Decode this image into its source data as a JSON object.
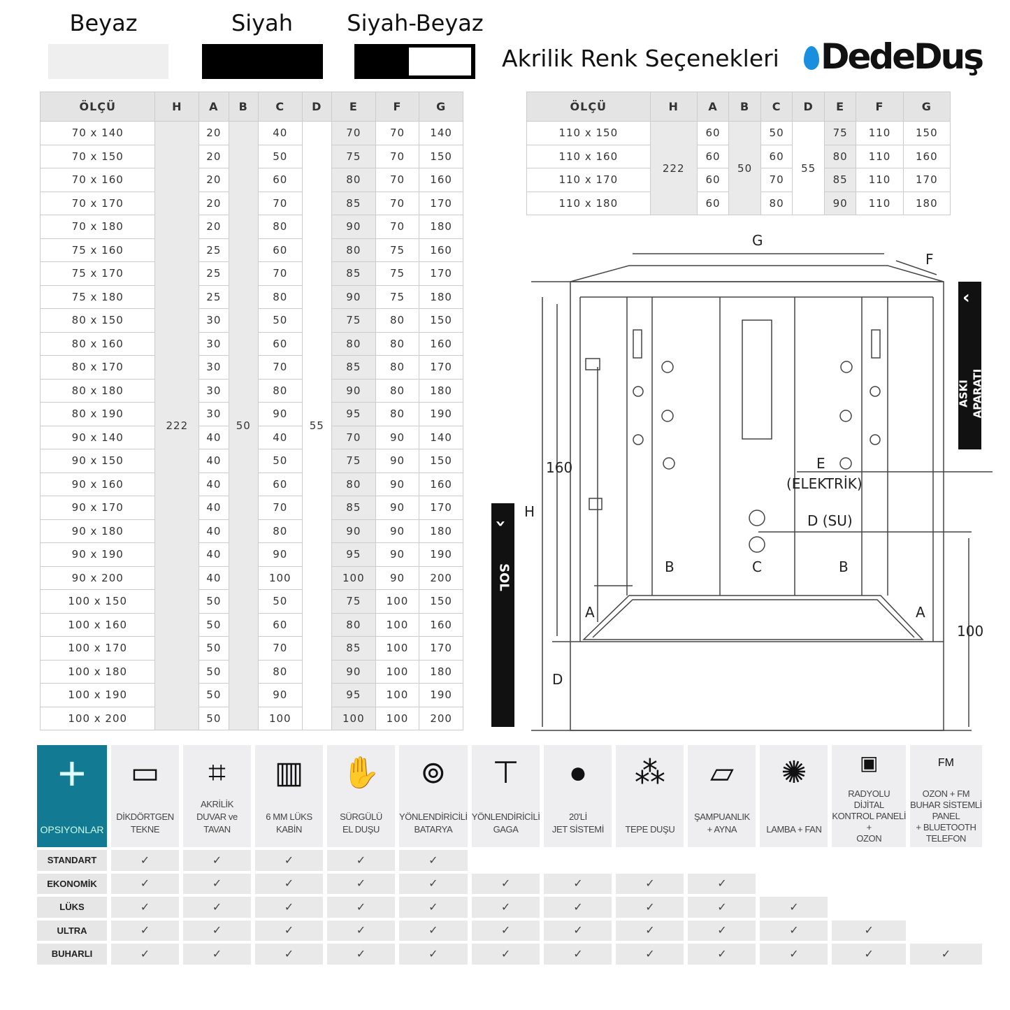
{
  "colors": {
    "title": "Akrilik Renk Seçenekleri",
    "options": [
      {
        "name": "Beyaz",
        "fill": "#efefef"
      },
      {
        "name": "Siyah",
        "fill": "#000000"
      },
      {
        "name": "Siyah-Beyaz",
        "fill": "split"
      }
    ]
  },
  "brand": {
    "name": "DedeDuş"
  },
  "left_table": {
    "headers": [
      "ÖLÇÜ",
      "H",
      "A",
      "B",
      "C",
      "D",
      "E",
      "F",
      "G"
    ],
    "H": "222",
    "B": "50",
    "D": "55",
    "rows": [
      [
        "70 x 140",
        "20",
        "40",
        "70",
        "70",
        "140"
      ],
      [
        "70 x 150",
        "20",
        "50",
        "75",
        "70",
        "150"
      ],
      [
        "70 x 160",
        "20",
        "60",
        "80",
        "70",
        "160"
      ],
      [
        "70 x 170",
        "20",
        "70",
        "85",
        "70",
        "170"
      ],
      [
        "70 x 180",
        "20",
        "80",
        "90",
        "70",
        "180"
      ],
      [
        "75 x 160",
        "25",
        "60",
        "80",
        "75",
        "160"
      ],
      [
        "75 x 170",
        "25",
        "70",
        "85",
        "75",
        "170"
      ],
      [
        "75 x 180",
        "25",
        "80",
        "90",
        "75",
        "180"
      ],
      [
        "80 x 150",
        "30",
        "50",
        "75",
        "80",
        "150"
      ],
      [
        "80 x 160",
        "30",
        "60",
        "80",
        "80",
        "160"
      ],
      [
        "80 x 170",
        "30",
        "70",
        "85",
        "80",
        "170"
      ],
      [
        "80 x 180",
        "30",
        "80",
        "90",
        "80",
        "180"
      ],
      [
        "80 x 190",
        "30",
        "90",
        "95",
        "80",
        "190"
      ],
      [
        "90 x 140",
        "40",
        "40",
        "70",
        "90",
        "140"
      ],
      [
        "90 x 150",
        "40",
        "50",
        "75",
        "90",
        "150"
      ],
      [
        "90 x 160",
        "40",
        "60",
        "80",
        "90",
        "160"
      ],
      [
        "90 x 170",
        "40",
        "70",
        "85",
        "90",
        "170"
      ],
      [
        "90 x 180",
        "40",
        "80",
        "90",
        "90",
        "180"
      ],
      [
        "90 x 190",
        "40",
        "90",
        "95",
        "90",
        "190"
      ],
      [
        "90 x 200",
        "40",
        "100",
        "100",
        "90",
        "200"
      ],
      [
        "100 x 150",
        "50",
        "50",
        "75",
        "100",
        "150"
      ],
      [
        "100 x 160",
        "50",
        "60",
        "80",
        "100",
        "160"
      ],
      [
        "100 x 170",
        "50",
        "70",
        "85",
        "100",
        "170"
      ],
      [
        "100 x 180",
        "50",
        "80",
        "90",
        "100",
        "180"
      ],
      [
        "100 x 190",
        "50",
        "90",
        "95",
        "100",
        "190"
      ],
      [
        "100 x 200",
        "50",
        "100",
        "100",
        "100",
        "200"
      ]
    ]
  },
  "right_table": {
    "headers": [
      "ÖLÇÜ",
      "H",
      "A",
      "B",
      "C",
      "D",
      "E",
      "F",
      "G"
    ],
    "H": "222",
    "B": "50",
    "D": "55",
    "rows": [
      [
        "110 x 150",
        "60",
        "50",
        "75",
        "110",
        "150"
      ],
      [
        "110 x 160",
        "60",
        "60",
        "80",
        "110",
        "160"
      ],
      [
        "110 x 170",
        "60",
        "70",
        "85",
        "110",
        "170"
      ],
      [
        "110 x 180",
        "60",
        "80",
        "90",
        "110",
        "180"
      ]
    ]
  },
  "diagram": {
    "G": "G",
    "F": "F",
    "H": "H",
    "D": "D",
    "h160": "160",
    "h100": "100",
    "A": "A",
    "B": "B",
    "C": "C",
    "E": "E",
    "elektrik": "(ELEKTRİK)",
    "su": "D (SU)",
    "aski": "ASKI APARATI",
    "sol": "SOL"
  },
  "options": {
    "header": "OPSIYONLAR",
    "features": [
      {
        "label": "DİKDÖRTGEN\nTEKNE",
        "icon": "tray-icon",
        "glyph": "▭"
      },
      {
        "label": "AKRİLİK\nDUVAR ve\nTAVAN",
        "icon": "grid-icon",
        "glyph": "⌗"
      },
      {
        "label": "6 MM LÜKS\nKABİN",
        "icon": "cabin-icon",
        "glyph": "▥"
      },
      {
        "label": "SÜRGÜLÜ\nEL DUŞU",
        "icon": "hand-shower-icon",
        "glyph": "✋"
      },
      {
        "label": "YÖNLENDİRİCİLİ\nBATARYA",
        "icon": "faucet-icon",
        "glyph": "⊚"
      },
      {
        "label": "YÖNLENDİRİCİLİ\nGAGA",
        "icon": "spout-icon",
        "glyph": "⊤"
      },
      {
        "label": "20'Lİ\nJET SİSTEMİ",
        "icon": "jet-icon",
        "glyph": "●"
      },
      {
        "label": "TEPE DUŞU",
        "icon": "rain-shower-icon",
        "glyph": "⁂"
      },
      {
        "label": "ŞAMPUANLIK\n+ AYNA",
        "icon": "shelf-mirror-icon",
        "glyph": "▱"
      },
      {
        "label": "LAMBA + FAN",
        "icon": "lamp-fan-icon",
        "glyph": "✺"
      },
      {
        "label": "RADYOLU\nDİJİTAL\nKONTROL PANELİ\n+\nOZON",
        "icon": "control-panel-icon",
        "glyph": "▣"
      },
      {
        "label": "OZON + FM\nBUHAR SİSTEMLİ\nPANEL\n+ BLUETOOTH\nTELEFON",
        "icon": "fm-bluetooth-icon",
        "glyph": "FM"
      }
    ],
    "packages": [
      {
        "name": "STANDART",
        "count": 5
      },
      {
        "name": "EKONOMİK",
        "count": 9
      },
      {
        "name": "LÜKS",
        "count": 10
      },
      {
        "name": "ULTRA",
        "count": 11
      },
      {
        "name": "BUHARLI",
        "count": 12
      }
    ],
    "check": "✓"
  }
}
